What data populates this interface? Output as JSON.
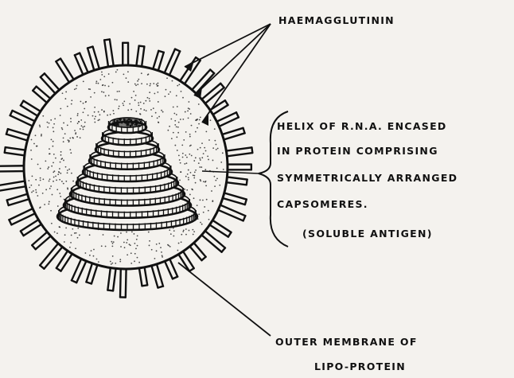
{
  "labels": {
    "haemagglutinin": "HAEMAGGLUTININ",
    "helix_line1": "HELIX OF R.N.A. ENCASED",
    "helix_line2": "IN PROTEIN COMPRISING",
    "helix_line3": "SYMMETRICALLY ARRANGED",
    "helix_line4": "CAPSOMERES.",
    "soluble_antigen": "(SOLUBLE ANTIGEN)",
    "outer_line1": "OUTER MEMBRANE OF",
    "outer_line2": "LIPO-PROTEIN"
  },
  "colors": {
    "ink": "#111111",
    "paper": "#f4f2ee"
  }
}
